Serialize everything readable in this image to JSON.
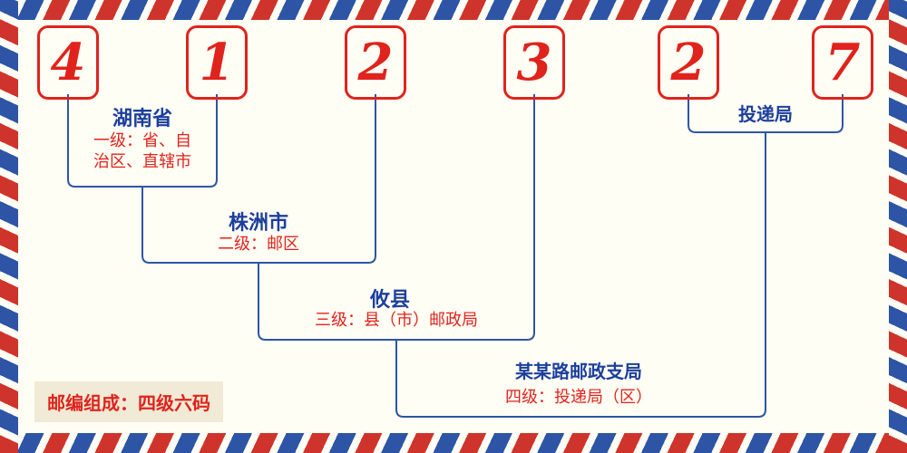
{
  "diagram": {
    "postal_code": {
      "digits": [
        "4",
        "1",
        "2",
        "3",
        "2",
        "7"
      ]
    },
    "levels": [
      {
        "name": "湖南省",
        "desc_line1": "一级：省、自",
        "desc_line2": "治区、直辖市"
      },
      {
        "name": "株洲市",
        "desc": "二级：邮区"
      },
      {
        "name": "攸县",
        "desc": "三级：县（市）邮政局"
      },
      {
        "name": "某某路邮政支局",
        "desc": "四级：投递局（区）"
      },
      {
        "name": "投递局"
      }
    ],
    "footer_note": "邮编组成：四级六码",
    "colors": {
      "digit_red": "#e0231c",
      "line_blue": "#2e55a5",
      "label_blue": "#1c3f9e",
      "background": "#fffef4",
      "border_red": "#cf342c",
      "footer_bg": "#f1ead6"
    }
  }
}
